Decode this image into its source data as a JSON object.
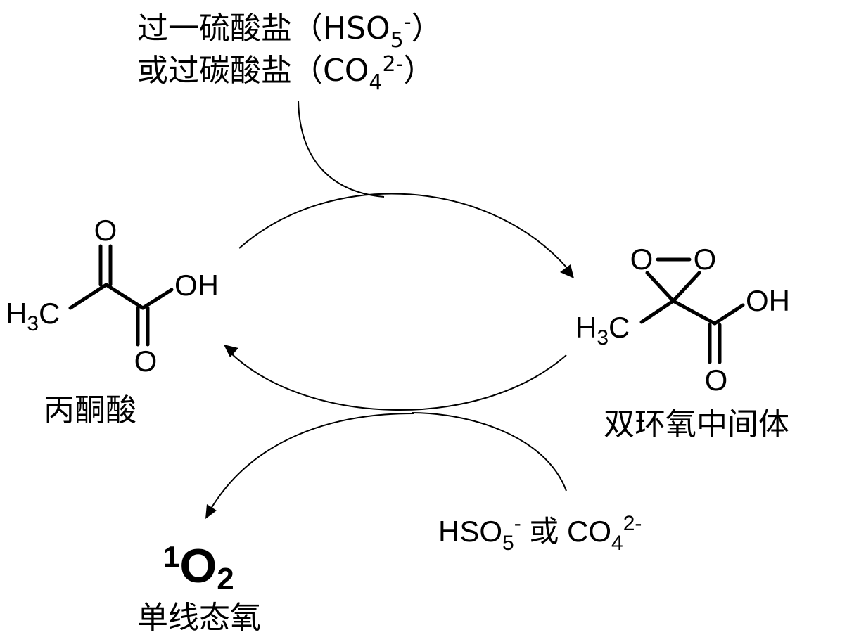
{
  "reagent_top": {
    "line1_text": "过一硫酸盐（HSO",
    "line1_sub": "5",
    "line1_sup": "-",
    "line1_close": "）",
    "line2_text": "或过碳酸盐（CO",
    "line2_sub": "4",
    "line2_sup": "2-",
    "line2_close": "）"
  },
  "reagent_bottom": {
    "a": "HSO",
    "a_sub": "5",
    "a_sup": "-",
    "or": " 或 ",
    "b": "CO",
    "b_sub": "4",
    "b_sup": "2-"
  },
  "pyruvic_acid": {
    "carbonyl_o": "O",
    "hydroxyl": "OH",
    "methyl_h": "H",
    "methyl_sub": "3",
    "methyl_c": "C",
    "acid_o": "O",
    "caption": "丙酮酸"
  },
  "dioxirane": {
    "ring_o_left": "O",
    "ring_o_right": "O",
    "hydroxyl": "OH",
    "methyl_h": "H",
    "methyl_sub": "3",
    "methyl_c": "C",
    "acid_o": "O",
    "caption": "双环氧中间体"
  },
  "singlet_oxygen": {
    "mass": "1",
    "symbol": "O",
    "sub": "2",
    "caption": "单线态氧"
  }
}
